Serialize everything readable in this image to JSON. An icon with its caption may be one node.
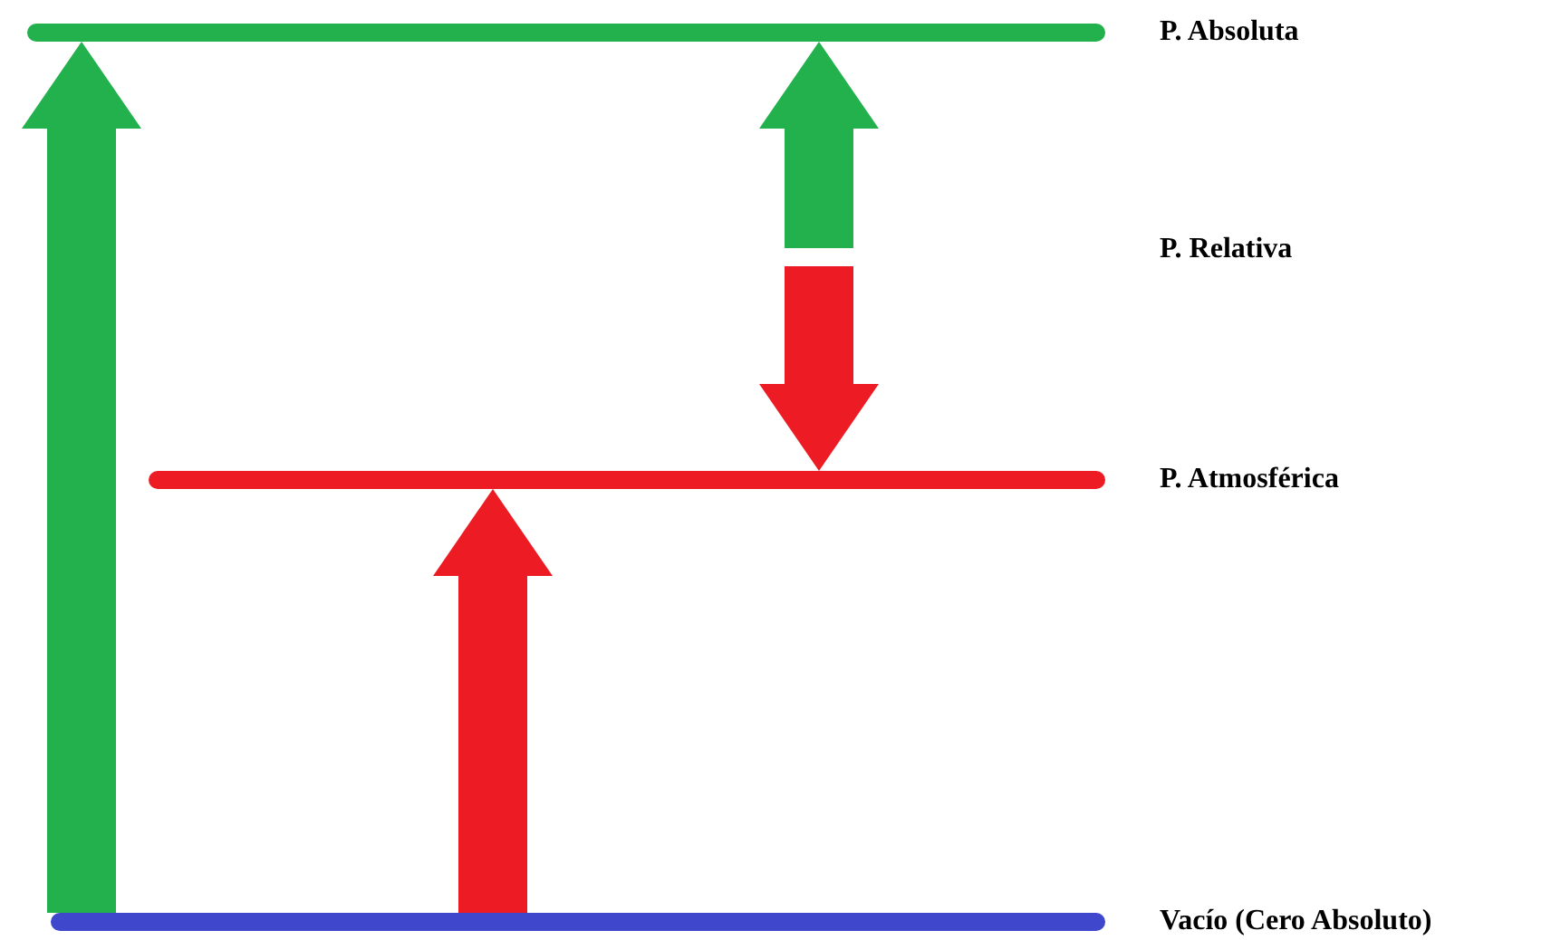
{
  "diagram": {
    "nodes": [
      {
        "text": [
          "P. Absoluta"
        ]
      },
      {
        "text": [
          "P. Atmosférica"
        ]
      },
      {
        "text": [
          "Vacío (Cero Absoluto)"
        ]
      }
    ],
    "edges": [
      {
        "from": 2,
        "to": 0,
        "arrow": "to",
        "color": "#22b14c"
      },
      {
        "from": 2,
        "to": 1,
        "arrow": "to",
        "color": "#ed1c24"
      },
      {
        "from": null,
        "to": 0,
        "arrow": "to",
        "color": "#22b14c"
      },
      {
        "from": null,
        "to": 1,
        "arrow": "to",
        "color": "#ed1c24"
      }
    ],
    "labels": [
      "P. Relativa"
    ]
  }
}
